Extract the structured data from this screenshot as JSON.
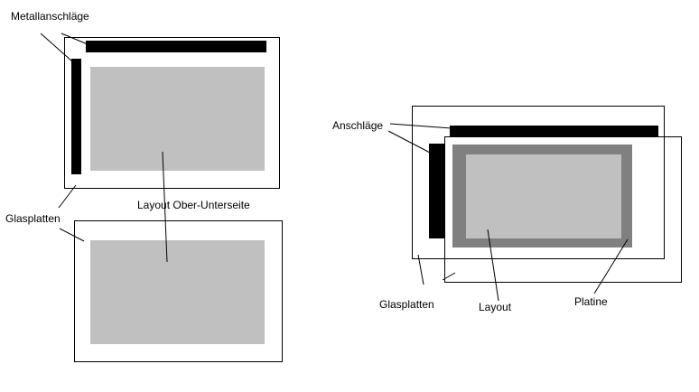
{
  "labels": {
    "metallanschlaege": "Metallanschläge",
    "layout_ober_unterseite": "Layout Ober-Unterseite",
    "glasplatten_left": "Glasplatten",
    "anschlaege": "Anschläge",
    "glasplatten_right": "Glasplatten",
    "layout": "Layout",
    "platine": "Platine"
  },
  "colors": {
    "background": "#ffffff",
    "outline": "#000000",
    "metal_stop": "#000000",
    "layout_fill": "#c0c0c0",
    "platine_fill": "#808080"
  }
}
